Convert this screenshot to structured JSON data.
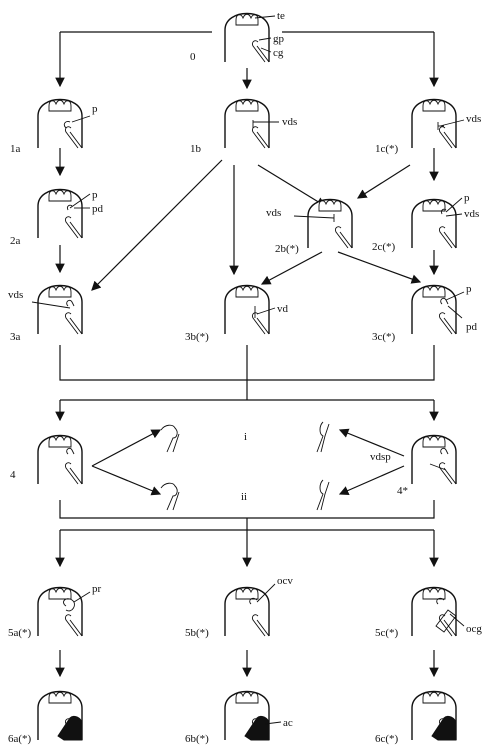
{
  "labels": {
    "s0": "0",
    "s1a": "1a",
    "s1b": "1b",
    "s1c": "1c(*)",
    "s2a": "2a",
    "s2b": "2b(*)",
    "s2c": "2c(*)",
    "s3a": "3a",
    "s3b": "3b(*)",
    "s3c": "3c(*)",
    "s4": "4",
    "s4star": "4*",
    "s5a": "5a(*)",
    "s5b": "5b(*)",
    "s5c": "5c(*)",
    "s6a": "6a(*)",
    "s6b": "6b(*)",
    "s6c": "6c(*)",
    "i": "i",
    "ii": "ii"
  },
  "annotations": {
    "te": "te",
    "gp": "gp",
    "cg": "cg",
    "p": "p",
    "pd": "pd",
    "vds": "vds",
    "vd": "vd",
    "vdsp": "vdsp",
    "pr": "pr",
    "ocv": "ocv",
    "ocg": "ocg",
    "ac": "ac"
  }
}
